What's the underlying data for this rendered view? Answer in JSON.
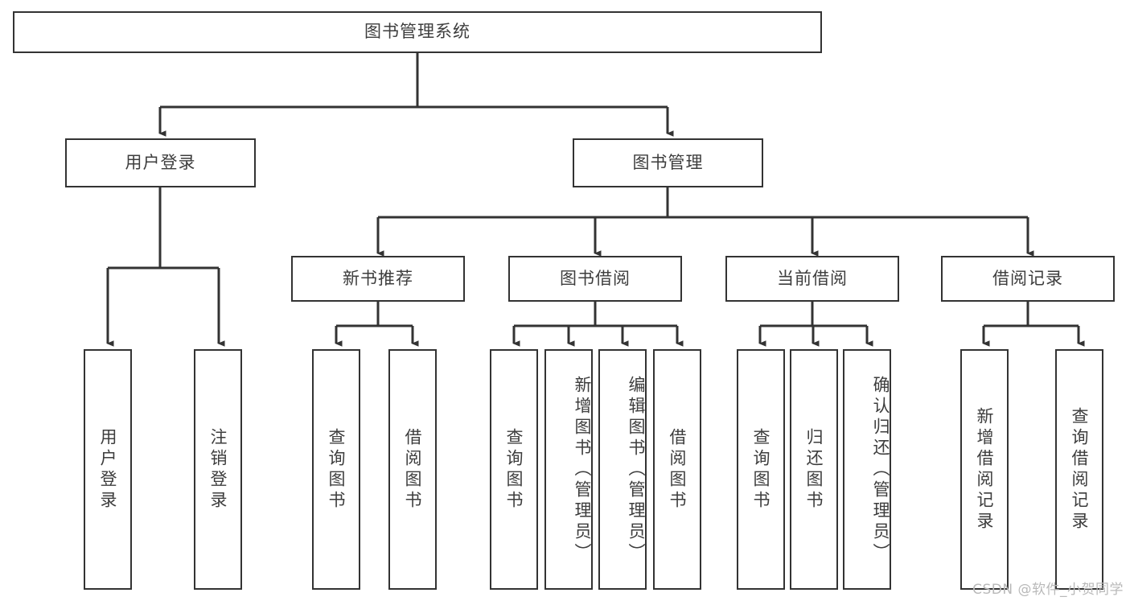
{
  "diagram": {
    "title": "图书管理系统",
    "type": "tree-hierarchy-diagram",
    "root": {
      "label": "图书管理系统"
    },
    "level2": [
      {
        "label": "用户登录"
      },
      {
        "label": "图书管理"
      }
    ],
    "level3": [
      {
        "label": "新书推荐"
      },
      {
        "label": "图书借阅"
      },
      {
        "label": "当前借阅"
      },
      {
        "label": "借阅记录"
      }
    ],
    "leaves": {
      "user_login": [
        {
          "label": "用户登录"
        },
        {
          "label": "注销登录"
        }
      ],
      "new_book_recommend": [
        {
          "label": "查询图书"
        },
        {
          "label": "借阅图书"
        }
      ],
      "book_borrow": [
        {
          "label": "查询图书"
        },
        {
          "label": "新增图书（管理员）"
        },
        {
          "label": "编辑图书（管理员）"
        },
        {
          "label": "借阅图书"
        }
      ],
      "current_borrow": [
        {
          "label": "查询图书"
        },
        {
          "label": "归还图书"
        },
        {
          "label": "确认归还（管理员）"
        }
      ],
      "borrow_record": [
        {
          "label": "新增借阅记录"
        },
        {
          "label": "查询借阅记录"
        }
      ]
    }
  },
  "watermark": {
    "text": "CSDN @软件_小贺同学"
  },
  "colors": {
    "stroke": "#333333",
    "background": "#ffffff",
    "text": "#3d3d3d",
    "watermark": "#b9b9b9"
  }
}
